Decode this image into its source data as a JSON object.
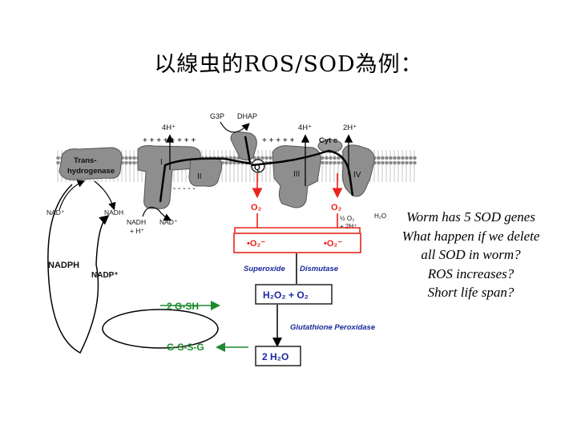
{
  "title": "以線虫的ROS/SOD為例：",
  "notes": [
    "Worm has 5 SOD genes",
    "What happen if we delete",
    "all SOD in worm?",
    "ROS increases?",
    "Short life span?"
  ],
  "diagram": {
    "g3p": "G3P",
    "dhap": "DHAP",
    "h4_left": "4H⁺",
    "h4_right": "4H⁺",
    "h2_right": "2H⁺",
    "cytc": "Cyt c",
    "q": "Q",
    "complex_1": "I",
    "complex_2": "II",
    "complex_3": "III",
    "complex_4": "IV",
    "transhydrogenase_1": "Trans-",
    "transhydrogenase_2": "hydrogenase",
    "nad_left": "NAD⁺",
    "nadh_top": "NADH",
    "nadh_h_1": "NADH",
    "nadh_h_2": "+ H⁺",
    "nad_mid": "NAD⁺",
    "nadph": "NADPH",
    "nadp": "NADP⁺",
    "o2_left": "O₂",
    "o2_right": "O₂",
    "half_o2": "½ O₂",
    "plus_2h": "+ 2H⁺",
    "h2o_small": "H₂O",
    "superoxide_left": "•O₂⁻",
    "superoxide_right": "•O₂⁻",
    "enzyme_sod_1": "Superoxide",
    "enzyme_sod_2": "Dismutase",
    "h2o2_o2": "H₂O₂  +  O₂",
    "gsh": "2 G-SH",
    "gssg": "G-S-S-G",
    "enzyme_gpx": "Glutathione Peroxidase",
    "h2o_final": "2 H₂O",
    "plus_signs": "+ + + + + + + +",
    "dashes": "- - - - -"
  },
  "colors": {
    "red": "#e8241c",
    "green": "#1f8a2e",
    "blue": "#1a2a9a",
    "membrane": "#9a9a9a"
  }
}
